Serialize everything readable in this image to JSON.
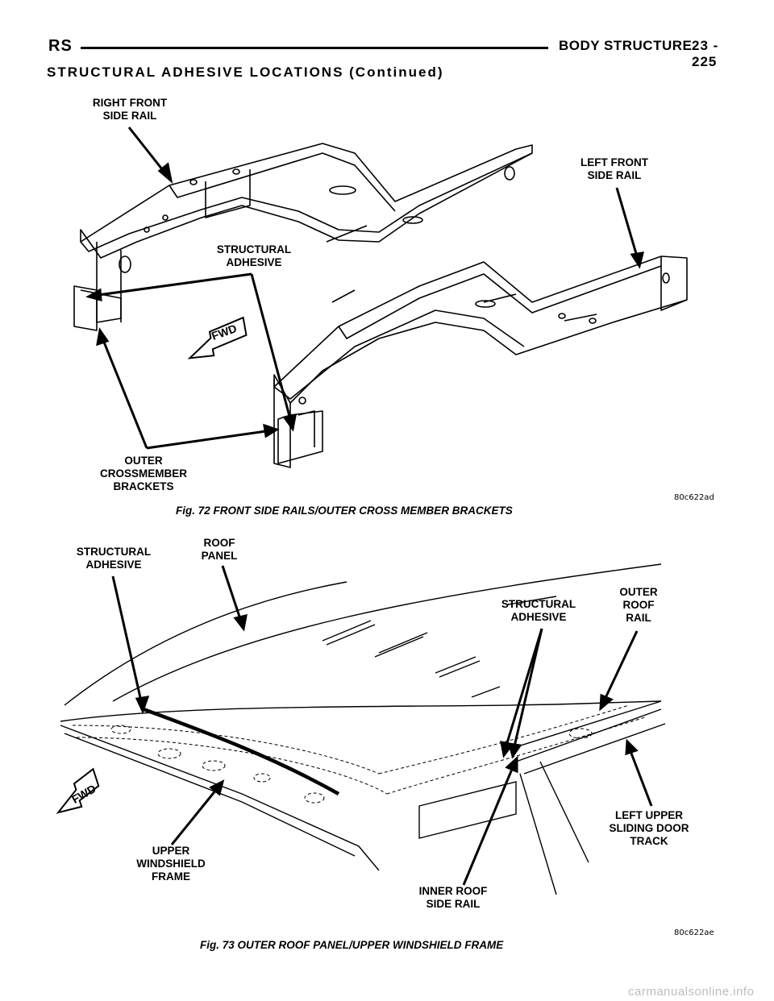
{
  "header": {
    "left": "RS",
    "section": "BODY STRUCTURE",
    "page": "23 - 225",
    "subheading": "STRUCTURAL ADHESIVE LOCATIONS (Continued)"
  },
  "figure72": {
    "labels": {
      "right_front_side_rail": "RIGHT FRONT\nSIDE RAIL",
      "left_front_side_rail": "LEFT FRONT\nSIDE RAIL",
      "structural_adhesive": "STRUCTURAL\nADHESIVE",
      "outer_crossmember_brackets": "OUTER\nCROSSMEMBER\nBRACKETS",
      "fwd": "FWD"
    },
    "code": "80c622ad",
    "caption": "Fig. 72 FRONT SIDE RAILS/OUTER CROSS MEMBER BRACKETS"
  },
  "figure73": {
    "labels": {
      "structural_adhesive_left": "STRUCTURAL\nADHESIVE",
      "roof_panel": "ROOF\nPANEL",
      "structural_adhesive_right": "STRUCTURAL\nADHESIVE",
      "outer_roof_rail": "OUTER\nROOF\nRAIL",
      "upper_windshield_frame": "UPPER\nWINDSHIELD\nFRAME",
      "inner_roof_side_rail": "INNER ROOF\nSIDE RAIL",
      "left_upper_sliding_door_track": "LEFT UPPER\nSLIDING DOOR\nTRACK",
      "fwd": "FWD"
    },
    "code": "80c622ae",
    "caption": "Fig. 73 OUTER ROOF PANEL/UPPER WINDSHIELD FRAME"
  },
  "watermark": "carmanualsonline.info"
}
